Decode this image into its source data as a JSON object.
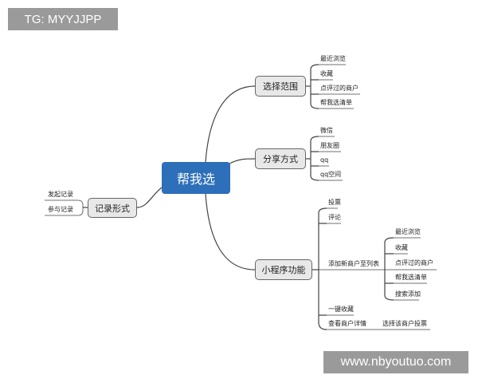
{
  "watermarks": {
    "top_left": "TG: MYYJJPP",
    "bottom_right": "www.nbyoutuo.com"
  },
  "center": "帮我选",
  "branches": {
    "scope": {
      "label": "选择范围",
      "items": [
        "最近浏览",
        "收藏",
        "点评过的商户",
        "帮我选清单"
      ]
    },
    "share": {
      "label": "分享方式",
      "items": [
        "微信",
        "朋友圈",
        "qq",
        "qq空间"
      ]
    },
    "record": {
      "label": "记录形式",
      "items": [
        "发起记录",
        "参与记录"
      ]
    },
    "features": {
      "label": "小程序功能",
      "items": [
        "投票",
        "评论",
        "添加新商户至列表",
        "一键收藏",
        "查看商户详情"
      ],
      "add_sub": [
        "最近浏览",
        "收藏",
        "点评过的商户",
        "帮我选清单",
        "搜索添加"
      ],
      "detail_sub": "选择该商户投票"
    }
  }
}
